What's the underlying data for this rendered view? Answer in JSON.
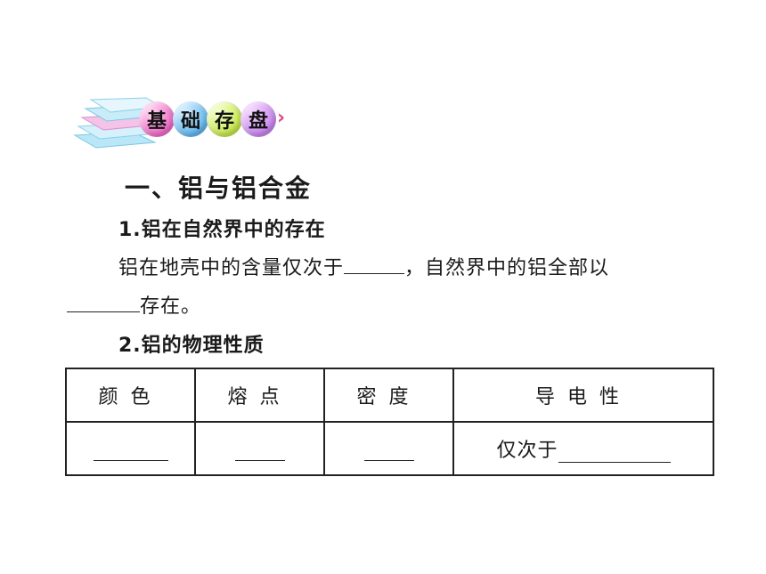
{
  "header": {
    "badge_chars": [
      "基",
      "础",
      "存",
      "盘"
    ],
    "arrow": "›",
    "icon": "books-icon"
  },
  "section": {
    "title": "一、铝与铝合金",
    "sub1": "1.铝在自然界中的存在",
    "para1_a": "铝在地壳中的含量仅次于",
    "para1_b": "，自然界中的铝全部以",
    "para2_a": "存在。",
    "sub2": "2.铝的物理性质"
  },
  "table": {
    "headers": [
      "颜色",
      "熔点",
      "密度",
      "导电性"
    ],
    "conductivity_prefix": "仅次于"
  }
}
